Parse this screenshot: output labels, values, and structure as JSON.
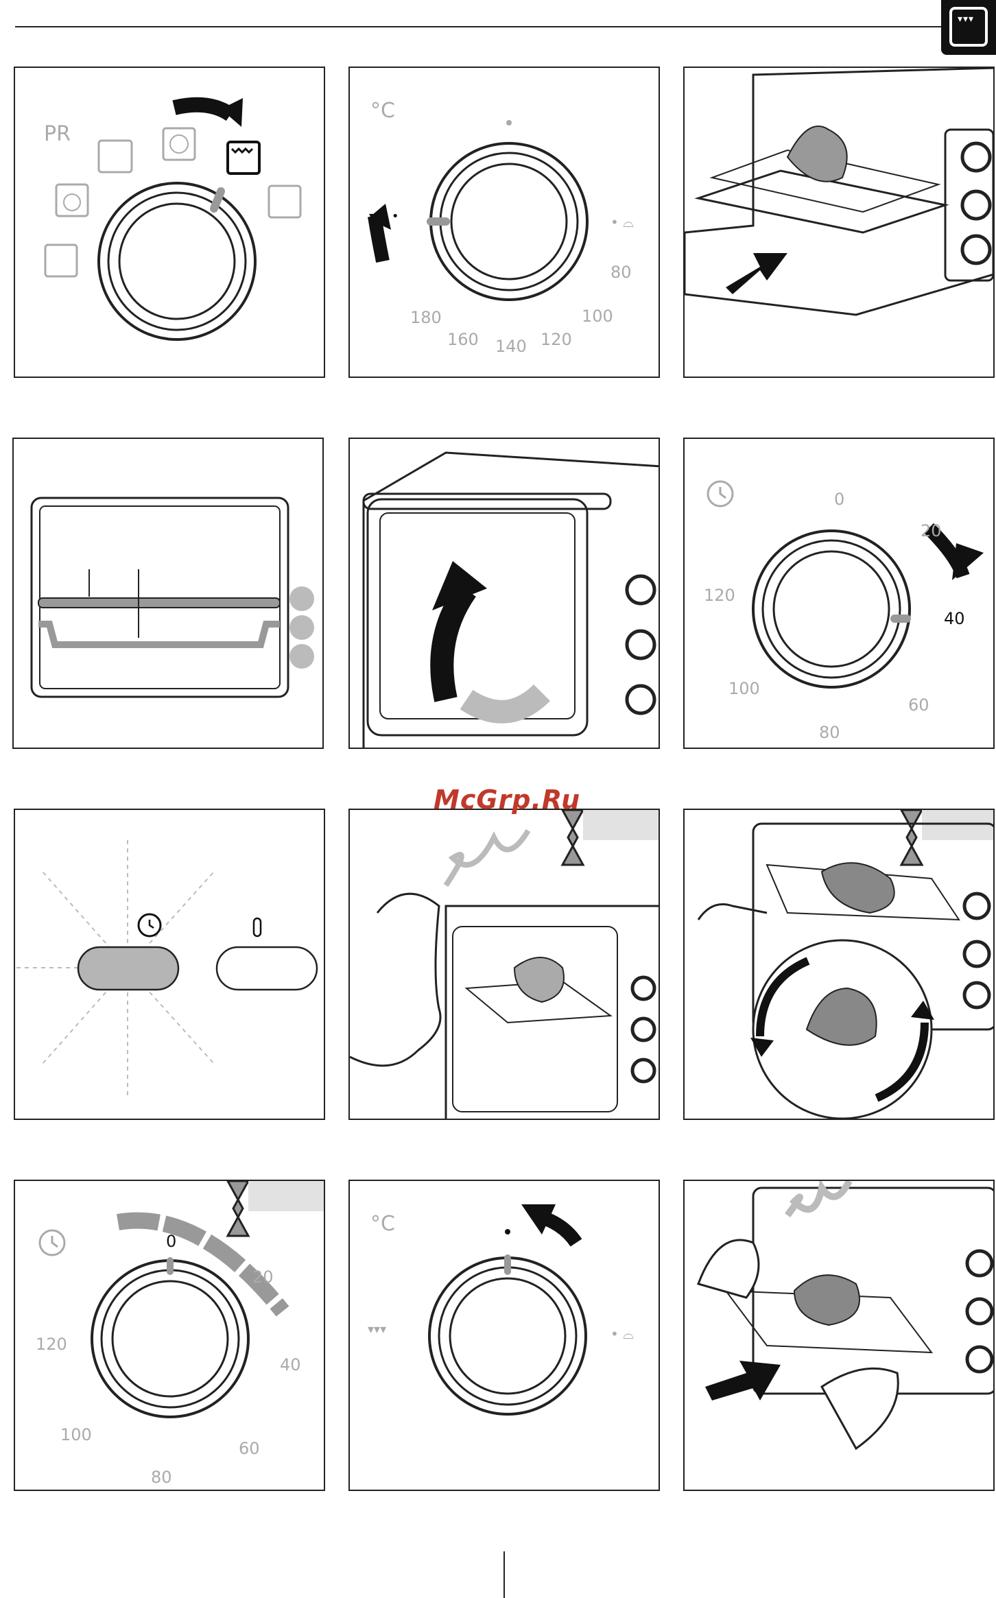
{
  "brand_watermark": "McGrp.Ru",
  "step1": {
    "mode_label": "PR"
  },
  "step2": {
    "unit": "°C",
    "temps": [
      "180",
      "160",
      "140",
      "120",
      "100",
      "80"
    ]
  },
  "step6": {
    "timer_marks": [
      "0",
      "20",
      "40",
      "60",
      "80",
      "100",
      "120"
    ]
  },
  "step10": {
    "timer_marks": [
      "0",
      "20",
      "40",
      "60",
      "80",
      "100",
      "120"
    ]
  },
  "step11": {
    "unit": "°C"
  },
  "colors": {
    "accent_gray": "#a8a8a8",
    "line": "#222222",
    "watermark": "#c0392b"
  },
  "icons": [
    "oven-badge-icon",
    "timer-icon",
    "thermometer-icon",
    "hourglass-icon",
    "pot-icon",
    "grill-icon",
    "fan-icon"
  ]
}
